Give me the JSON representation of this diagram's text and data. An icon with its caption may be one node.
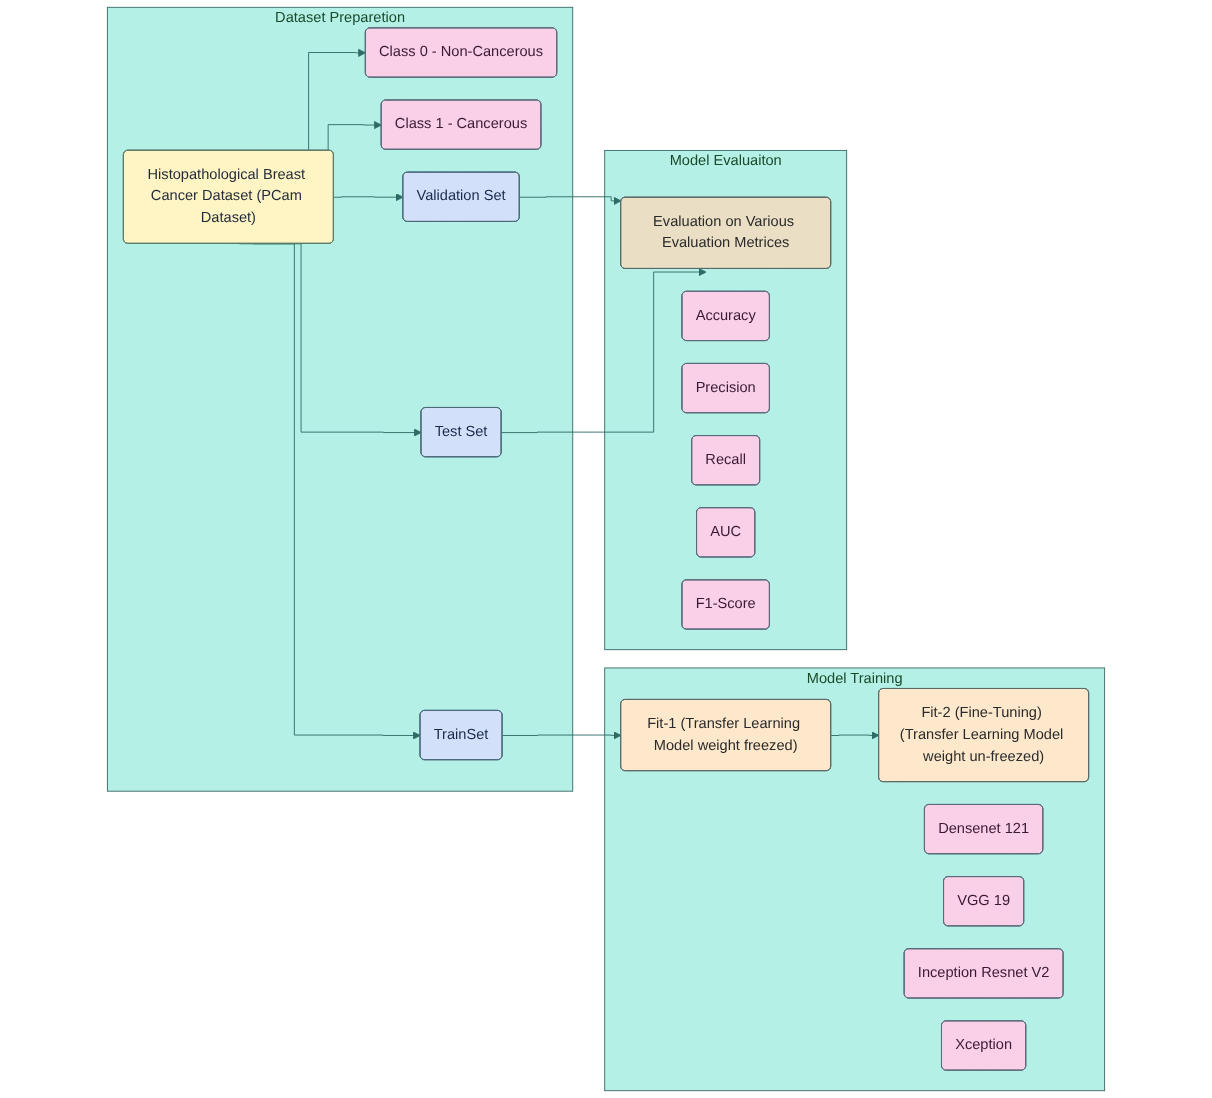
{
  "diagram": {
    "nodes": [
      {
        "text": [
          "Dataset Preparetion"
        ]
      },
      {
        "text": [
          "Histopathological Breast Cancer Dataset (PCam Dataset)"
        ],
        "in": 0
      },
      {
        "text": [
          "Class 0 - Non-Cancerous"
        ],
        "in": 0
      },
      {
        "text": [
          "Class 1 - Cancerous"
        ],
        "in": 0
      },
      {
        "text": [
          "TrainSet"
        ],
        "in": 0
      },
      {
        "text": [
          "Validation Set"
        ],
        "in": 0
      },
      {
        "text": [
          "Test Set"
        ],
        "in": 0
      },
      {
        "text": [
          "Model Training"
        ]
      },
      {
        "text": [
          "Fit-1 (Transfer Learning Model weight freezed)"
        ],
        "in": 7
      },
      {
        "text": [
          "Fit-2 (Fine-Tuning) (Transfer Learning Model weight un-freezed)"
        ],
        "in": 7
      },
      {
        "text": [
          "Densenet 121"
        ],
        "in": 7
      },
      {
        "text": [
          "VGG 19"
        ],
        "in": 7
      },
      {
        "text": [
          "Inception Resnet V2"
        ],
        "in": 7
      },
      {
        "text": [
          "Xception"
        ],
        "in": 7
      },
      {
        "text": [
          "Model Evaluaiton"
        ]
      },
      {
        "text": [
          "Evaluation on Various Evaluation Metrices"
        ],
        "in": 14
      },
      {
        "text": [
          "Accuracy"
        ],
        "in": 14
      },
      {
        "text": [
          "Precision"
        ],
        "in": 14
      },
      {
        "text": [
          "Recall"
        ],
        "in": 14
      },
      {
        "text": [
          "AUC"
        ],
        "in": 14
      },
      {
        "text": [
          "F1-Score"
        ],
        "in": 14
      }
    ],
    "edges": [
      {
        "from": 1,
        "to": 2,
        "arrow": "to"
      },
      {
        "from": 1,
        "to": 3,
        "arrow": "to"
      },
      {
        "from": 1,
        "to": 4,
        "arrow": "to"
      },
      {
        "from": 1,
        "to": 5,
        "arrow": "to"
      },
      {
        "from": 1,
        "to": 6,
        "arrow": "to"
      },
      {
        "from": 4,
        "to": 8,
        "arrow": "to"
      },
      {
        "from": 8,
        "to": 9,
        "arrow": "to"
      },
      {
        "from": 5,
        "to": 15,
        "arrow": "to"
      },
      {
        "from": 6,
        "to": 15,
        "arrow": "to"
      }
    ]
  }
}
